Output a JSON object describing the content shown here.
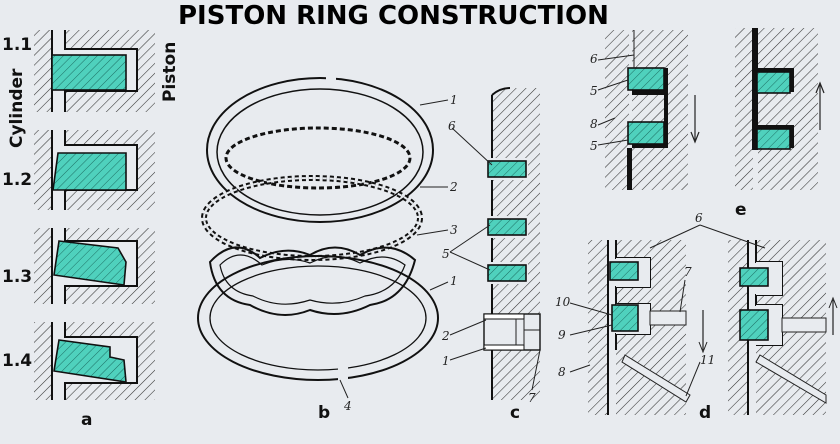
{
  "title": "PISTON RING CONSTRUCTION",
  "panel_a": {
    "label": "a",
    "cylinder_label": "Cylinder",
    "piston_label": "Piston",
    "variants": [
      "1.1",
      "1.2",
      "1.3",
      "1.4"
    ]
  },
  "panel_b": {
    "label": "b",
    "callouts": [
      "1",
      "2",
      "3",
      "1",
      "4"
    ]
  },
  "panel_c": {
    "label": "c",
    "callouts": [
      "6",
      "5",
      "2",
      "1",
      "7"
    ]
  },
  "panel_d": {
    "label": "d",
    "callouts": [
      "6",
      "7",
      "10",
      "9",
      "8",
      "11"
    ]
  },
  "panel_e": {
    "label": "e",
    "callouts": [
      "6",
      "5",
      "8",
      "5"
    ]
  },
  "colors": {
    "ring_fill": "#4fd1bd",
    "background": "#e8ebef"
  }
}
